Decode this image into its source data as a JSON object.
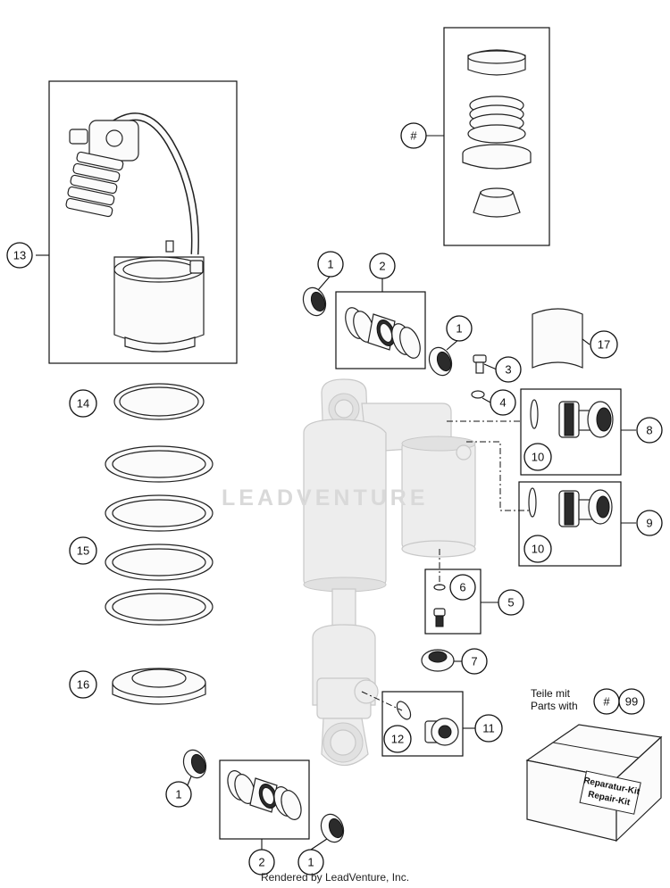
{
  "callouts": {
    "c1a": "1",
    "c1b": "1",
    "c1c": "1",
    "c1d": "1",
    "c2a": "2",
    "c2b": "2",
    "c3": "3",
    "c4": "4",
    "c5": "5",
    "c6": "6",
    "c7": "7",
    "c8": "8",
    "c9": "9",
    "c10a": "10",
    "c10b": "10",
    "c11": "11",
    "c12": "12",
    "c13": "13",
    "c14": "14",
    "c15": "15",
    "c16": "16",
    "c17": "17",
    "hash": "#"
  },
  "legend": {
    "line1": "Teile mit",
    "line2": "Parts with",
    "hash": "#",
    "number": "99"
  },
  "kit": {
    "label1": "Reparatur-Kit",
    "label2": "Repair-Kit"
  },
  "watermark": "LEADVENTURE",
  "credit": "Rendered by LeadVenture, Inc."
}
